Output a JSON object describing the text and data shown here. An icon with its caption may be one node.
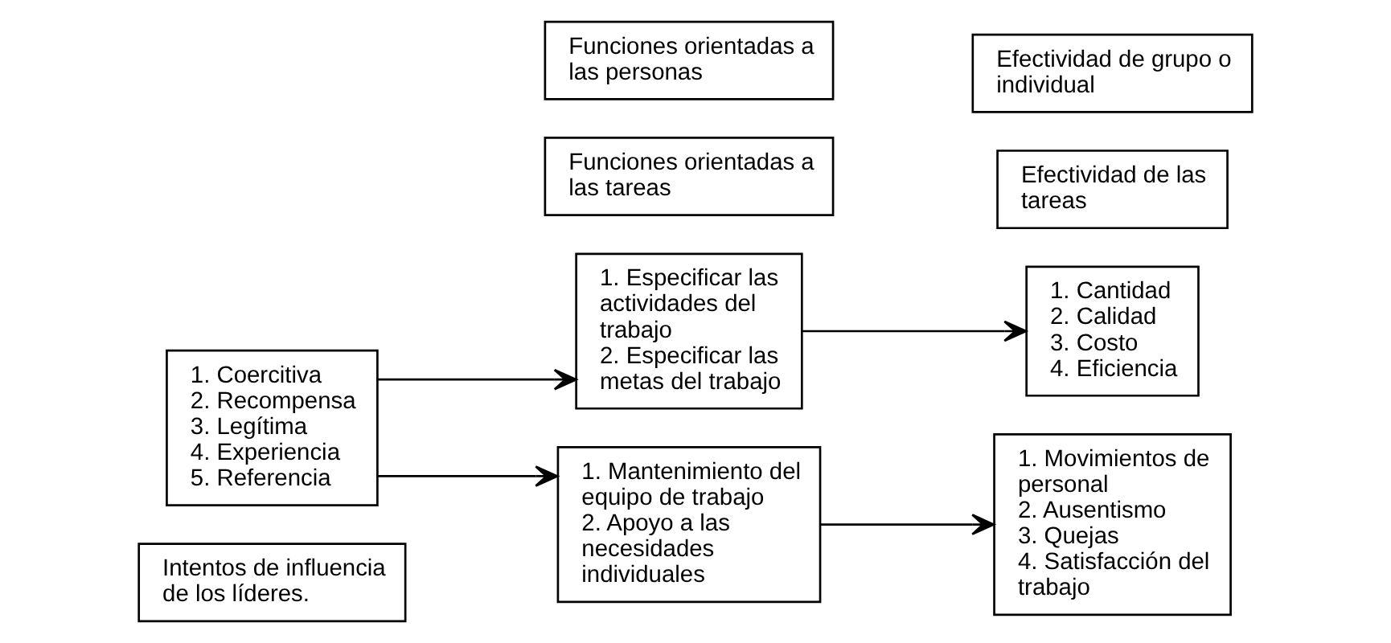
{
  "diagram": {
    "nodes": [
      {
        "text": [
          "Intentos de influencia de los líderes."
        ]
      },
      {
        "text": [
          "1. Coercitiva",
          "2. Recompensa",
          "3. Legítima",
          "4. Experiencia",
          "5. Referencia"
        ]
      },
      {
        "text": [
          "Funciones orientadas a las tareas"
        ]
      },
      {
        "text": [
          "1. Especificar las actividades del trabajo",
          "2. Especificar las metas del trabajo"
        ]
      },
      {
        "text": [
          "Efectividad de las tareas"
        ]
      },
      {
        "text": [
          "1. Cantidad",
          "2. Calidad",
          "3. Costo",
          "4. Eficiencia"
        ]
      },
      {
        "text": [
          "Funciones orientadas a las personas"
        ]
      },
      {
        "text": [
          "1. Mantenimiento del equipo de trabajo",
          "2. Apoyo a las necesidades individuales"
        ]
      },
      {
        "text": [
          "Efectividad de grupo o individual"
        ]
      },
      {
        "text": [
          "1. Movimientos de personal",
          "2. Ausentismo",
          "3. Quejas",
          "4. Satisfacción del trabajo"
        ]
      }
    ],
    "edges": [
      {
        "from": 1,
        "to": 3,
        "arrow": "to"
      },
      {
        "from": 1,
        "to": 7,
        "arrow": "to"
      },
      {
        "from": 3,
        "to": 5,
        "arrow": "to"
      },
      {
        "from": 7,
        "to": 9,
        "arrow": "to"
      }
    ]
  }
}
